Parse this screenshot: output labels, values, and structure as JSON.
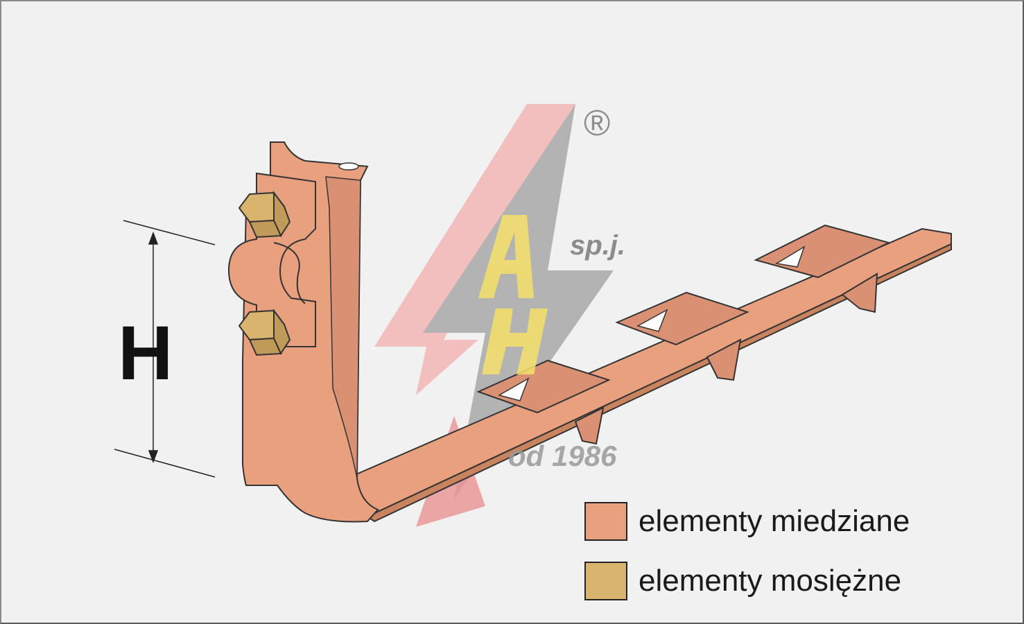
{
  "dimension": {
    "label": "H"
  },
  "legend": {
    "items": [
      {
        "label": "elementy miedziane",
        "color": "#E8A07E"
      },
      {
        "label": "elementy mosiężne",
        "color": "#D8B46E"
      }
    ]
  },
  "watermark": {
    "logo_text": "AH",
    "company_suffix": "sp.j.",
    "since": "od 1986",
    "registered": "®"
  },
  "colors": {
    "copper": "#E8A07E",
    "copper_dark": "#C9835F",
    "brass": "#D8B46E",
    "background": "#F1F1F1",
    "watermark_red": "#E86A6A",
    "watermark_grey": "#8C8C8C",
    "watermark_yellow": "#F5E06A"
  }
}
